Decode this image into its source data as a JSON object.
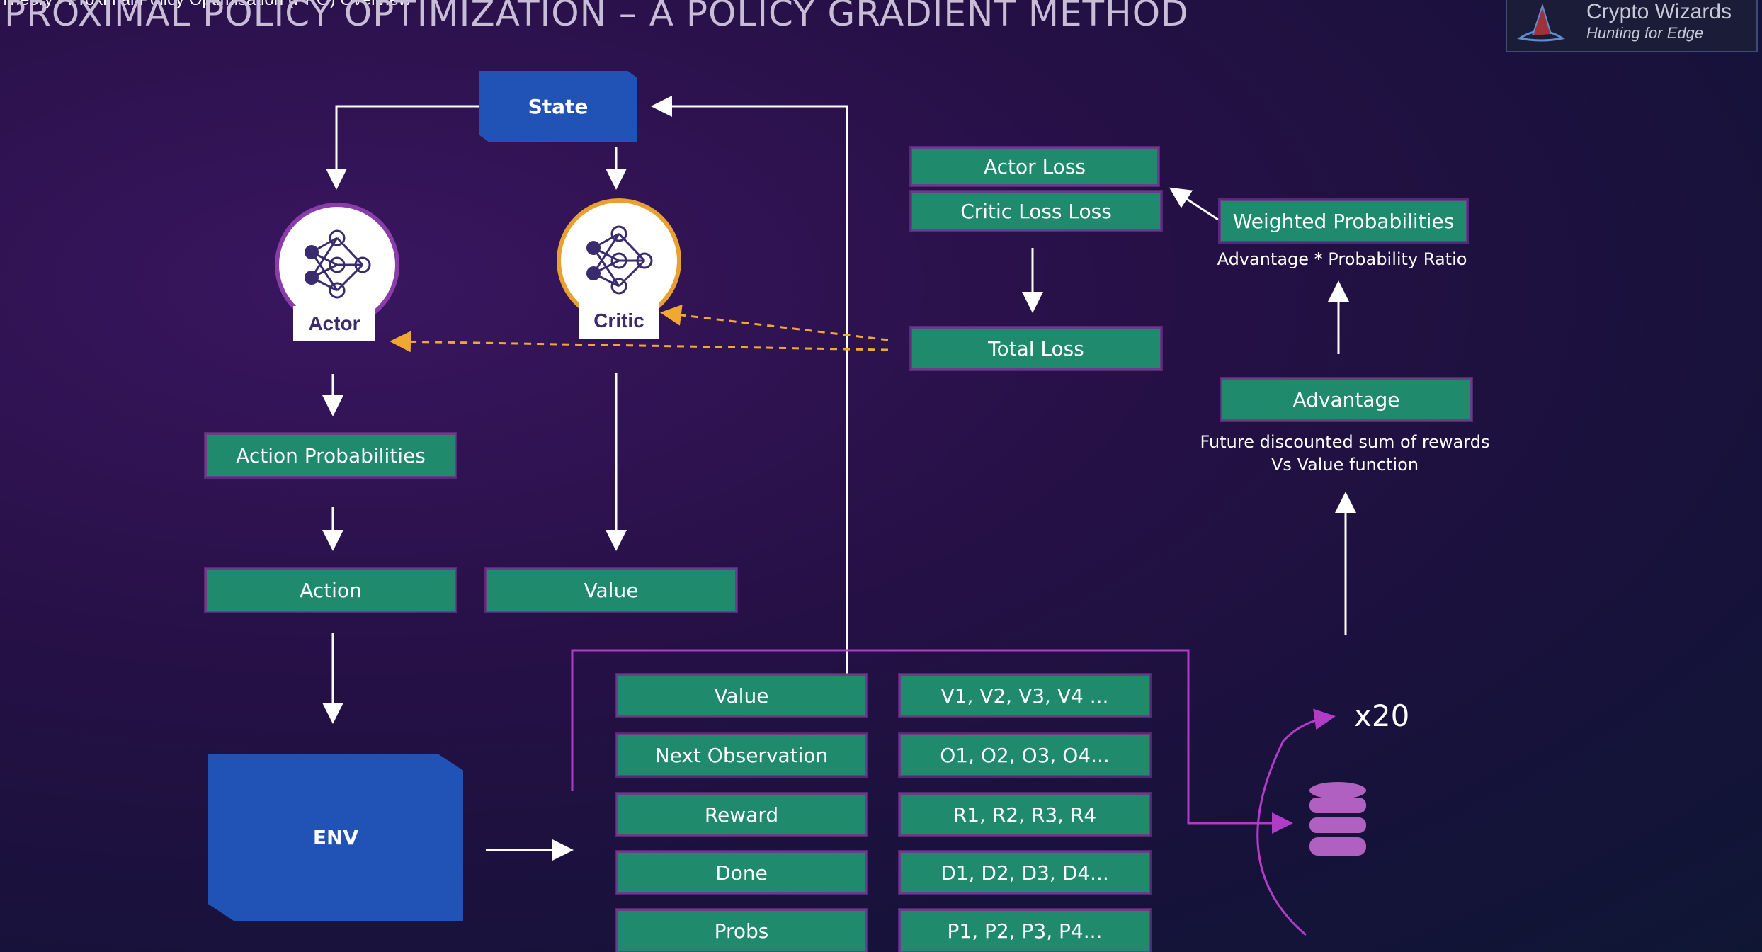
{
  "tab_title": "Theory - Proximal Policy Optimisation (PPO) Overview",
  "title": "PROXIMAL POLICY OPTIMIZATION – A POLICY GRADIENT METHOD",
  "logo": {
    "name": "Crypto Wizards",
    "tagline": "Hunting for Edge"
  },
  "state": "State",
  "actor_label": "Actor",
  "critic_label": "Critic",
  "action_probabilities": "Action Probabilities",
  "action": "Action",
  "value": "Value",
  "env": "ENV",
  "losses": {
    "actor_loss": "Actor Loss",
    "critic_loss": "Critic Loss Loss",
    "total_loss": "Total Loss"
  },
  "weighted_probabilities": "Weighted Probabilities",
  "weighted_note": "Advantage * Probability Ratio",
  "advantage": "Advantage",
  "advantage_note_line1": "Future discounted sum of rewards",
  "advantage_note_line2": "Vs Value function",
  "memory": {
    "rows": [
      {
        "label": "Value",
        "values": "V1, V2, V3, V4 ..."
      },
      {
        "label": "Next Observation",
        "values": "O1, O2, O3, O4..."
      },
      {
        "label": "Reward",
        "values": "R1, R2, R3, R4"
      },
      {
        "label": "Done",
        "values": "D1, D2, D3, D4..."
      },
      {
        "label": "Probs",
        "values": "P1, P2, P3, P4..."
      }
    ]
  },
  "repeat": "x20",
  "colors": {
    "green": "#1f8a6c",
    "blue": "#2152b5",
    "purple_accent": "#b03cc8",
    "dashed_arrow": "#f0a830"
  }
}
